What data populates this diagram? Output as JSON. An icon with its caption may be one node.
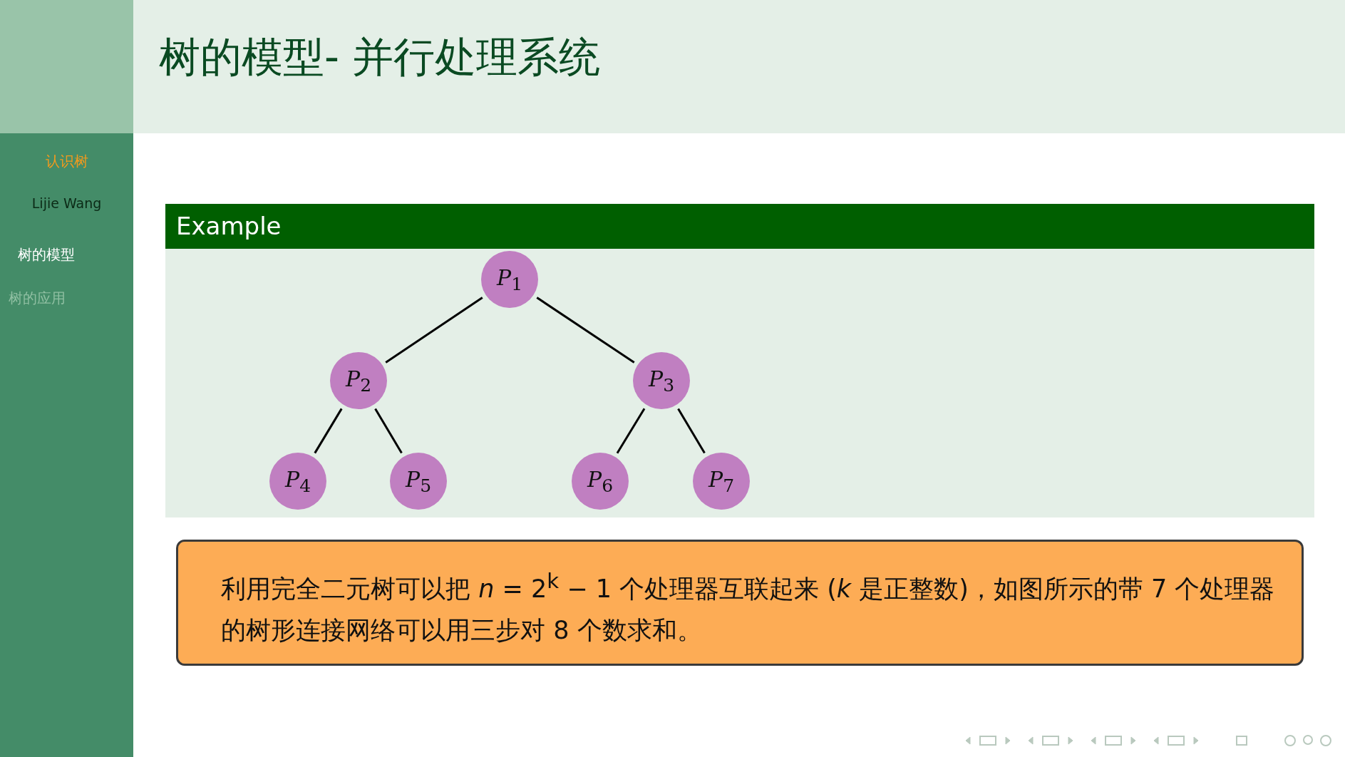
{
  "diagram": {
    "title": "树的模型- 并行处理系统",
    "nodes": [
      {
        "text": [
          "Example"
        ]
      },
      {
        "text": [
          "*P*$_{1}$"
        ],
        "in": 0
      },
      {
        "text": [
          "*P*$_{2}$"
        ],
        "in": 0
      },
      {
        "text": [
          "*P*$_{3}$"
        ],
        "in": 0
      },
      {
        "text": [
          "*P*$_{4}$"
        ],
        "in": 0
      },
      {
        "text": [
          "*P*$_{5}$"
        ],
        "in": 0
      },
      {
        "text": [
          "*P*$_{6}$"
        ],
        "in": 0
      },
      {
        "text": [
          "*P*$_{7}$"
        ],
        "in": 0
      },
      {
        "text": [
          "利用完全二元树可以把 *n* = 2$^{k}$ − 1 个处理器互联起来 (*k* 是正整数)，如图所示的带 7 个处理器的树形连接网络可以用三步对 8 个数求和。"
        ]
      }
    ],
    "edges": [
      {
        "from": 1,
        "to": 2,
        "arrow": "none"
      },
      {
        "from": 1,
        "to": 3,
        "arrow": "none"
      },
      {
        "from": 2,
        "to": 4,
        "arrow": "none"
      },
      {
        "from": 2,
        "to": 5,
        "arrow": "none"
      },
      {
        "from": 3,
        "to": 6,
        "arrow": "none"
      },
      {
        "from": 3,
        "to": 7,
        "arrow": "none"
      }
    ],
    "labels": [
      "认识树",
      "Lijie Wang",
      "树的模型",
      "树的应用"
    ]
  }
}
